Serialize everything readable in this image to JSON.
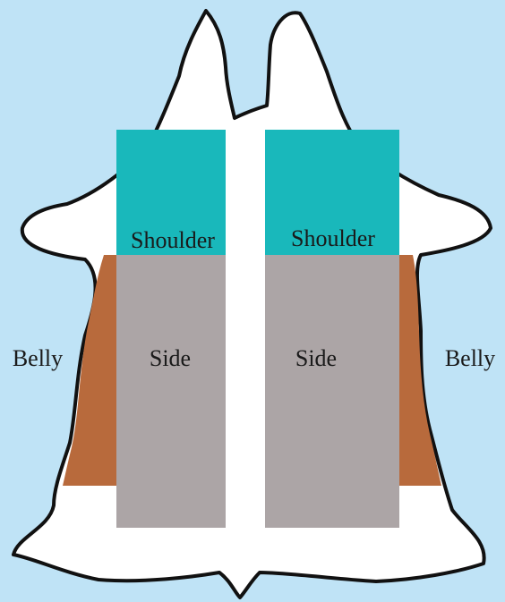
{
  "labels": {
    "shoulder_left": "Shoulder",
    "shoulder_right": "Shoulder",
    "side_left": "Side",
    "side_right": "Side",
    "belly_left": "Belly",
    "belly_right": "Belly"
  },
  "colors": {
    "background": "#bfe3f6",
    "hide": "#ffffff",
    "outline": "#111111",
    "shoulder": "#19b8bb",
    "side": "#aca5a6",
    "belly": "#b86a3c"
  }
}
